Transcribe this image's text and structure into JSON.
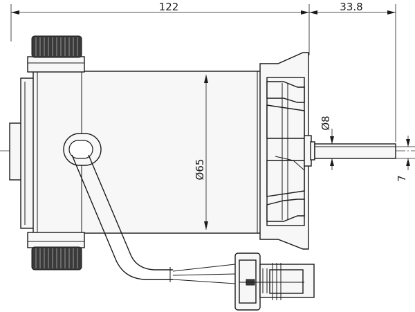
{
  "dimensions": {
    "overall_length": "122",
    "shaft_length": "33.8",
    "body_diameter": "Ø65",
    "shaft_diameter": "Ø8",
    "shaft_flat": "7"
  }
}
